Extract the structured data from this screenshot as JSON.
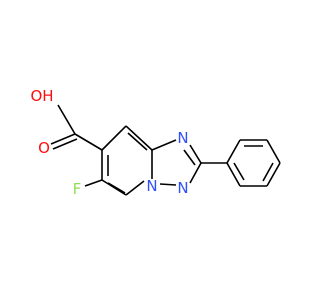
{
  "molecule": {
    "atoms": {
      "hydroxyl": {
        "text": "OH",
        "color": "#ff0d0d"
      },
      "carbonyl_oxygen": {
        "text": "O",
        "color": "#ff0d0d"
      },
      "fluorine": {
        "text": "F",
        "color": "#90e050"
      },
      "nitrogen_top": {
        "text": "N",
        "color": "#3050f8"
      },
      "nitrogen_bridgehead": {
        "text": "N",
        "color": "#3050f8"
      },
      "nitrogen_bottom": {
        "text": "N",
        "color": "#3050f8"
      }
    }
  }
}
